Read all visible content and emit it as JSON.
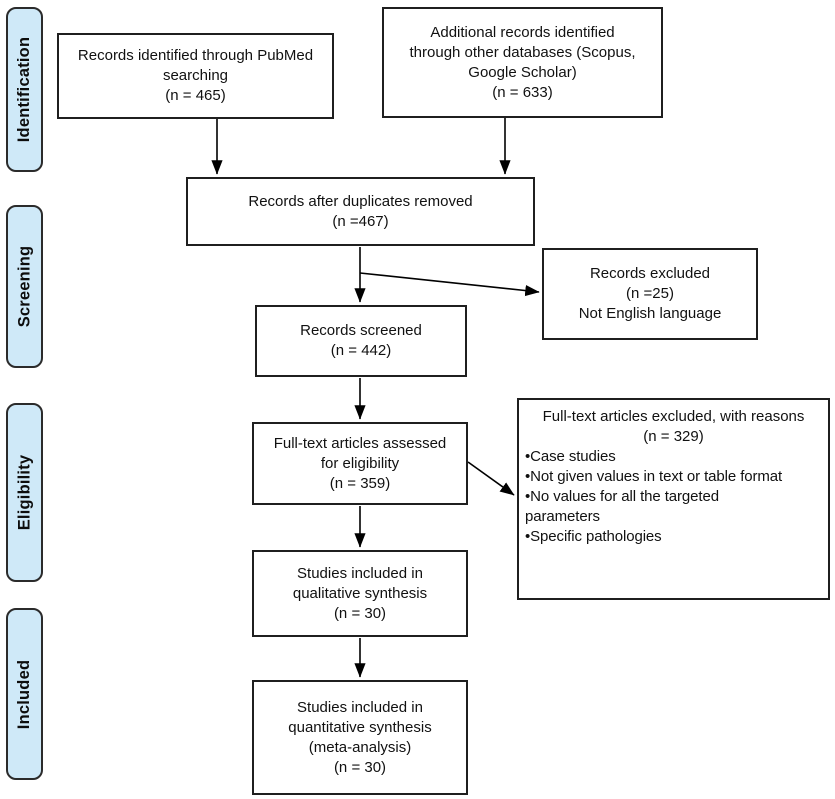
{
  "figure": {
    "kind": "PRISMA flow diagram"
  },
  "stages": [
    {
      "label": "Identification"
    },
    {
      "label": "Screening"
    },
    {
      "label": "Eligibility"
    },
    {
      "label": "Included"
    }
  ],
  "boxes": {
    "pubmed": {
      "lines": [
        "Records identified through PubMed",
        "searching",
        "(n = 465)"
      ]
    },
    "other_databases": {
      "lines": [
        "Additional records identified",
        "through other databases (Scopus,",
        "Google Scholar)",
        "(n = 633)"
      ]
    },
    "duplicates_removed": {
      "lines": [
        "Records after duplicates removed",
        "(n =467)"
      ]
    },
    "records_excluded": {
      "lines": [
        "Records excluded",
        "(n =25)",
        "Not English language"
      ]
    },
    "records_screened": {
      "lines": [
        "Records screened",
        "(n = 442)"
      ]
    },
    "fulltext_assessed": {
      "lines": [
        "Full-text articles assessed",
        "for eligibility",
        "(n = 359)"
      ]
    },
    "fulltext_excluded": {
      "header_lines": [
        "Full-text articles excluded, with reasons",
        "(n = 329)"
      ],
      "bullet": "•",
      "reasons": [
        "Case studies",
        "Not given values in text or table format",
        "No values for all the targeted parameters",
        "Specific pathologies"
      ]
    },
    "qualitative_synthesis": {
      "lines": [
        "Studies included in",
        "qualitative synthesis",
        "(n = 30)"
      ]
    },
    "quantitative_synthesis": {
      "lines": [
        "Studies included in",
        "quantitative synthesis",
        "(meta-analysis)",
        "(n = 30)"
      ]
    }
  },
  "colors": {
    "stage_fill": "#cfe9f8",
    "stage_border": "#2b2b2b",
    "box_border": "#1f1f1f",
    "box_fill": "#ffffff",
    "arrow": "#000000",
    "text": "#111111",
    "background": "#ffffff"
  }
}
